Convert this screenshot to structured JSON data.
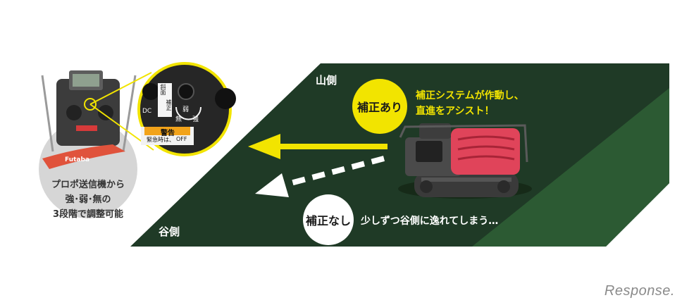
{
  "slope": {
    "uphill_label": "山側",
    "downhill_label": "谷側"
  },
  "with_correction": {
    "badge": "補正あり",
    "description_line1": "補正システムが作動し、",
    "description_line2": "直進をアシスト！"
  },
  "without_correction": {
    "badge": "補正なし",
    "description": "少しずつ谷側に逸れてしまう…"
  },
  "controller": {
    "caption_line1": "プロポ送信機から",
    "caption_line2": "強･弱･無の",
    "caption_line3": "3段階で調整可能",
    "brand": "Futaba",
    "switch_label_1": "斜面",
    "switch_label_2": "補正",
    "switch_weak": "弱",
    "switch_off": "無",
    "switch_strong": "強",
    "warning_title": "警告",
    "warning_text": "緊急時は、",
    "warning_text2": "OFF",
    "dc_label": "DC"
  },
  "watermark": "Response.",
  "colors": {
    "field_dark": "#1f3a26",
    "field_light": "#2c5a33",
    "accent_yellow": "#f2e400",
    "machine_red": "#e0445a"
  }
}
